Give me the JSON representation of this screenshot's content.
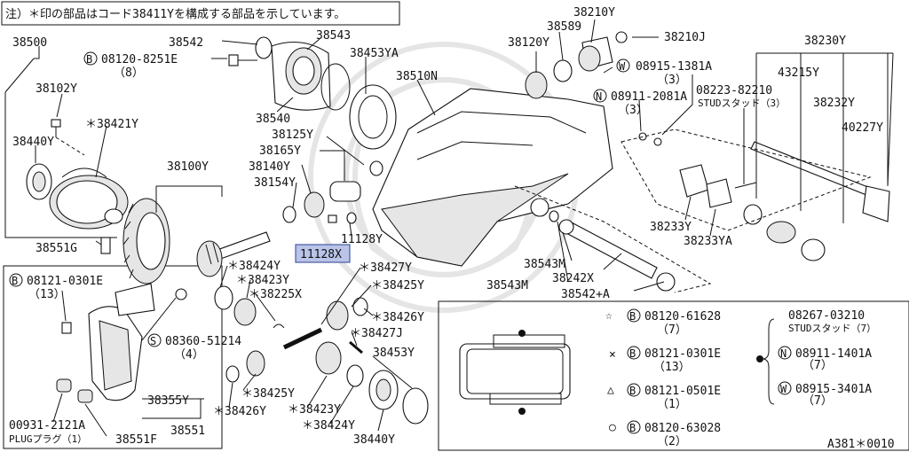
{
  "note": "注）＊印の部品はコード38411Yを構成する部品を示しています。",
  "diagram_id": "A381＊0010",
  "parts": {
    "p38500": "38500",
    "p38102Y": "38102Y",
    "p38421Y": "＊38421Y",
    "p38440Y_top": "38440Y",
    "p38542": "38542",
    "p08120_8251E": "08120-8251E",
    "p08120_8251E_qty": "（8）",
    "p38543": "38543",
    "p38453YA": "38453YA",
    "p38510N": "38510N",
    "p38540": "38540",
    "p38125Y": "38125Y",
    "p38165Y": "38165Y",
    "p38140Y": "38140Y",
    "p38154Y": "38154Y",
    "p38100Y": "38100Y",
    "p11128Y": "11128Y",
    "p11128X": "11128X",
    "p38551G": "38551G",
    "p38120Y": "38120Y",
    "p38589": "38589",
    "p38210Y": "38210Y",
    "p38210J": "38210J",
    "p08915_1381A": "08915-1381A",
    "p08915_1381A_qty": "（3）",
    "p08911_2081A": "08911-2081A",
    "p08911_2081A_qty": "（3）",
    "p38230Y": "38230Y",
    "p43215Y": "43215Y",
    "p08223_82210": "08223-82210",
    "stud3": "STUDスタッド（3）",
    "p38232Y": "38232Y",
    "p40227Y": "40227Y",
    "p38233Y": "38233Y",
    "p38233YA": "38233YA",
    "p38543M_a": "38543M",
    "p38242X": "38242X",
    "p38543M_b": "38543M",
    "p38542A": "38542+A",
    "p08121_0301E_L": "08121-0301E",
    "p08121_0301E_L_qty": "（13）",
    "p38424Y_a": "＊38424Y",
    "p38423Y_a": "＊38423Y",
    "p38225X": "＊38225X",
    "p38427Y": "＊38427Y",
    "p38425Y_a": "＊38425Y",
    "p38426Y_a": "＊38426Y",
    "p38427J": "＊38427J",
    "p08360_51214": "08360-51214",
    "p08360_51214_qty": "（4）",
    "p38453Y": "38453Y",
    "p38425Y_b": "＊38425Y",
    "p38355Y": "38355Y",
    "p38426Y_b": "＊38426Y",
    "p38423Y_b": "＊38423Y",
    "p38424Y_b": "＊38424Y",
    "p38440Y_bot": "38440Y",
    "p00931_2121A": "00931-2121A",
    "plug1": "PLUGプラグ（1）",
    "p38551F": "38551F",
    "p38551": "38551"
  },
  "legend": {
    "star": {
      "code": "08120-61628",
      "qty": "（7）"
    },
    "x": {
      "code": "08121-0301E",
      "qty": "（13）"
    },
    "tri": {
      "code": "08121-0501E",
      "qty": "（1）"
    },
    "circ": {
      "code": "08120-63028",
      "qty": "（2）"
    },
    "right_head": "08267-03210",
    "right_stud": "STUDスタッド（7）",
    "right_n": "08911-1401A",
    "right_n_qty": "（7）",
    "right_w": "08915-3401A",
    "right_w_qty": "（7）"
  }
}
